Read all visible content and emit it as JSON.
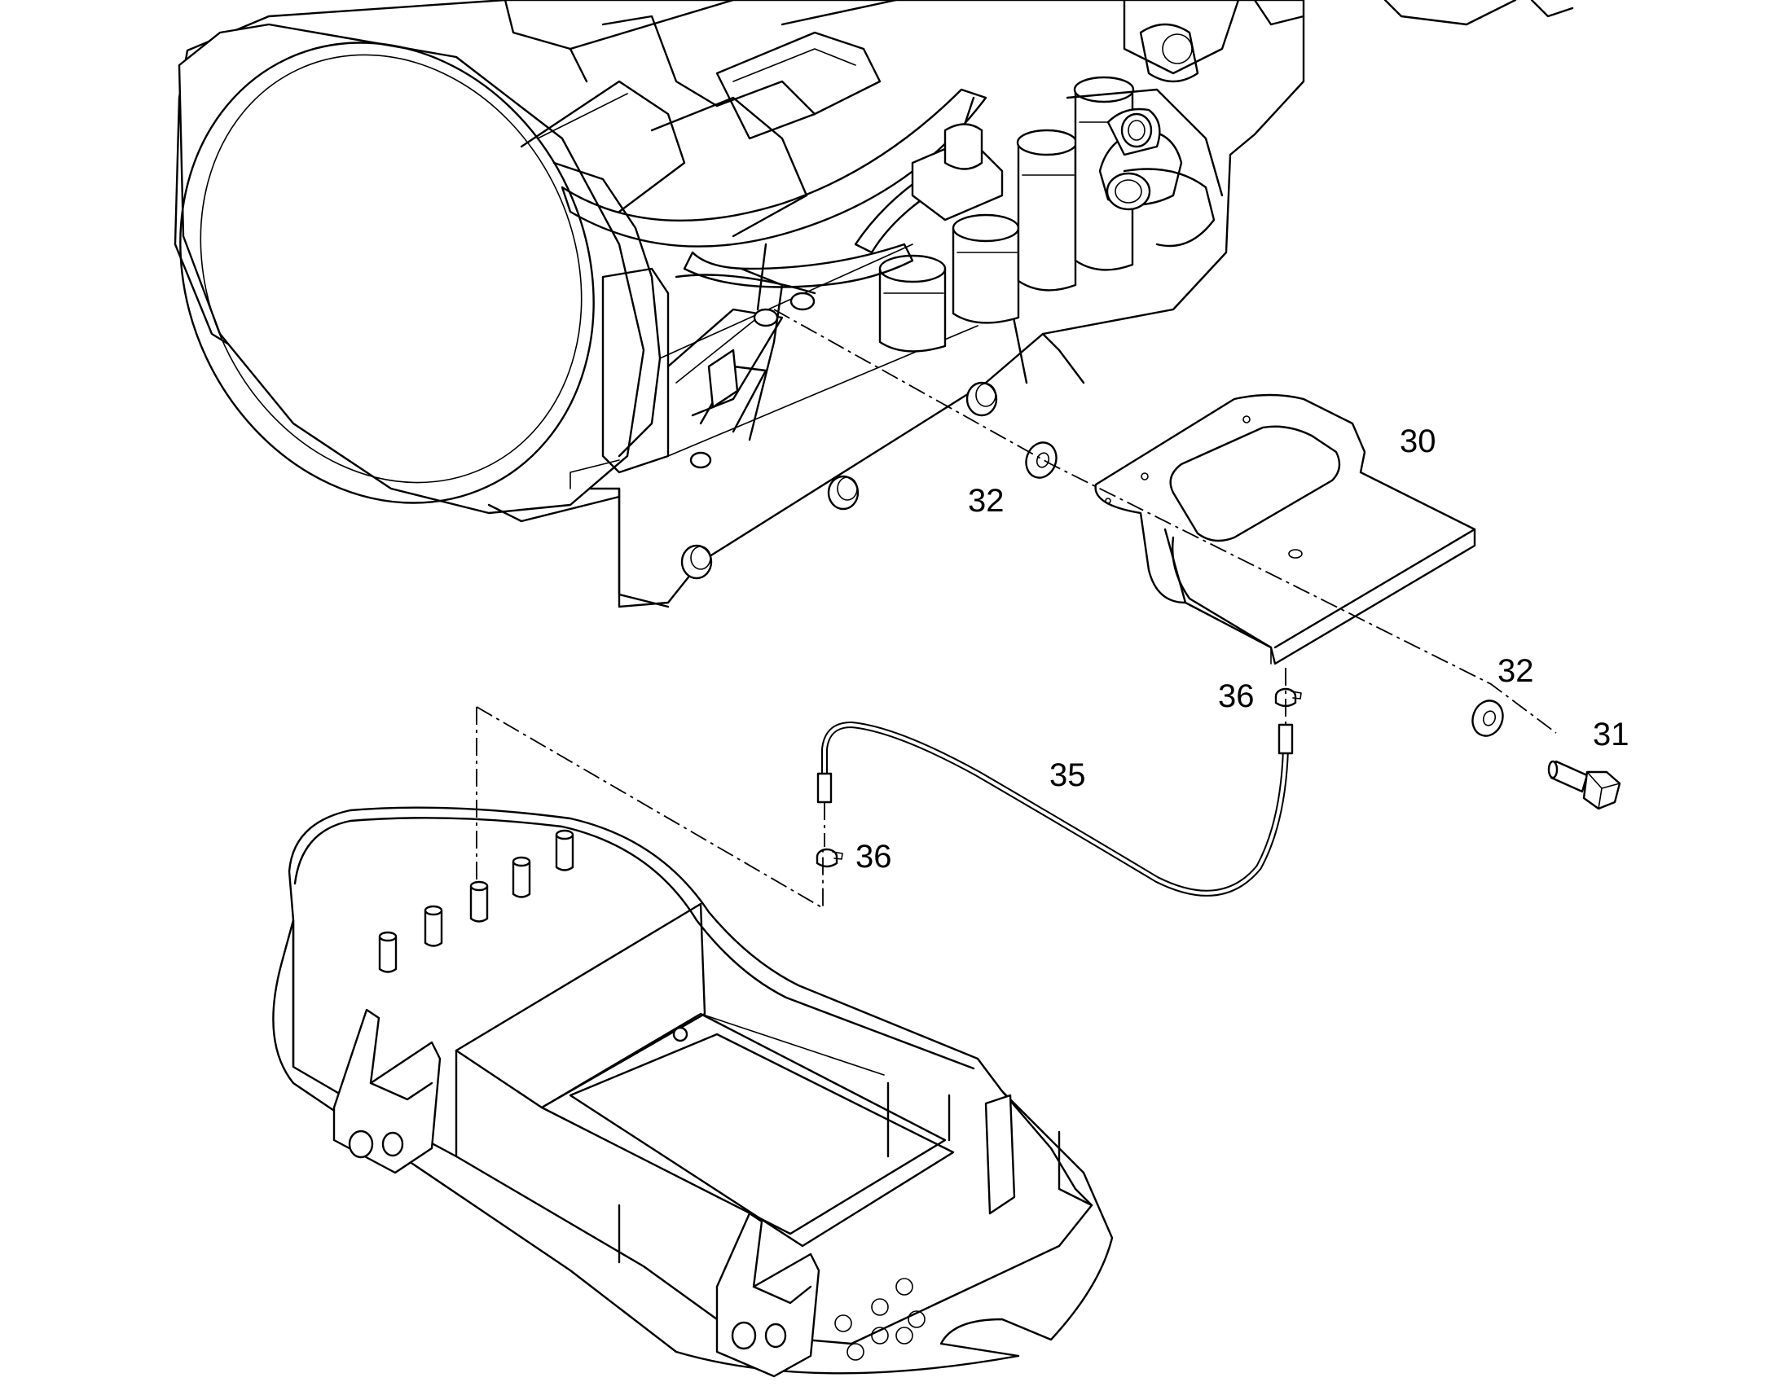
{
  "callouts": [
    {
      "id": "30",
      "text": "30"
    },
    {
      "id": "31",
      "text": "31"
    },
    {
      "id": "32a",
      "text": "32"
    },
    {
      "id": "32b",
      "text": "32"
    },
    {
      "id": "35",
      "text": "35"
    },
    {
      "id": "36a",
      "text": "36"
    },
    {
      "id": "36b",
      "text": "36"
    }
  ]
}
